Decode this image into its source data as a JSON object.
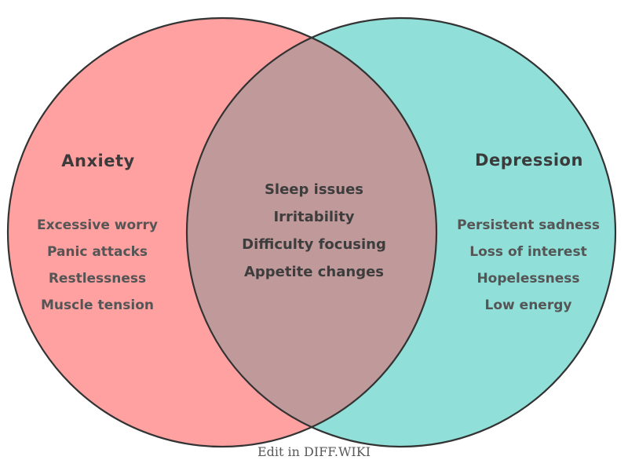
{
  "venn": {
    "outline_color": "#333333",
    "left": {
      "title": "Anxiety",
      "color": "#FFA1A1",
      "items": [
        "Excessive worry",
        "Panic attacks",
        "Restlessness",
        "Muscle tension"
      ]
    },
    "right": {
      "title": "Depression",
      "color": "#90E0D9",
      "items": [
        "Persistent sadness",
        "Loss of interest",
        "Hopelessness",
        "Low energy"
      ]
    },
    "overlap": {
      "color": "#C09A9B",
      "items": [
        "Sleep issues",
        "Irritability",
        "Difficulty focusing",
        "Appetite changes"
      ]
    },
    "text_colors": {
      "heading": "#3B3B3B",
      "side_items": "#555555",
      "center_items": "#3D3D3D"
    }
  },
  "footer": {
    "caption": "Edit in DIFF.WIKI",
    "caption_color": "#595959"
  }
}
